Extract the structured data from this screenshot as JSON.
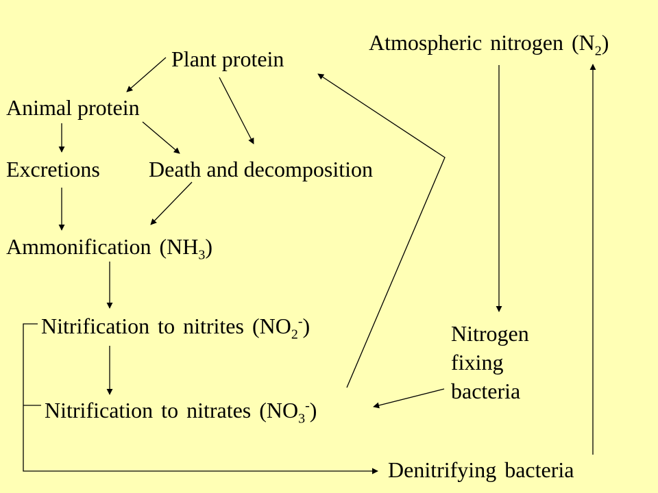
{
  "nodes": {
    "atmospheric": {
      "text": "Atmospheric nitrogen (N",
      "sub": "2",
      "close": ")"
    },
    "plant_protein": "Plant protein",
    "animal_protein": "Animal protein",
    "excretions": "Excretions",
    "death_decomposition": "Death and decomposition",
    "ammonification": {
      "text": "Ammonification (NH",
      "sub": "3",
      "close": ")"
    },
    "nitrites": {
      "text": "Nitrification to nitrites (NO",
      "sub": "2",
      "sup": "-",
      "close": ")"
    },
    "nitrates": {
      "text": "Nitrification to nitrates (NO",
      "sub": "3",
      "sup": "-",
      "close": ")"
    },
    "fixing_bacteria": [
      "Nitrogen",
      "fixing",
      "bacteria"
    ],
    "denitrifying": "Denitrifying bacteria"
  },
  "colors": {
    "background": "#ffffb5",
    "ink": "#000000"
  }
}
